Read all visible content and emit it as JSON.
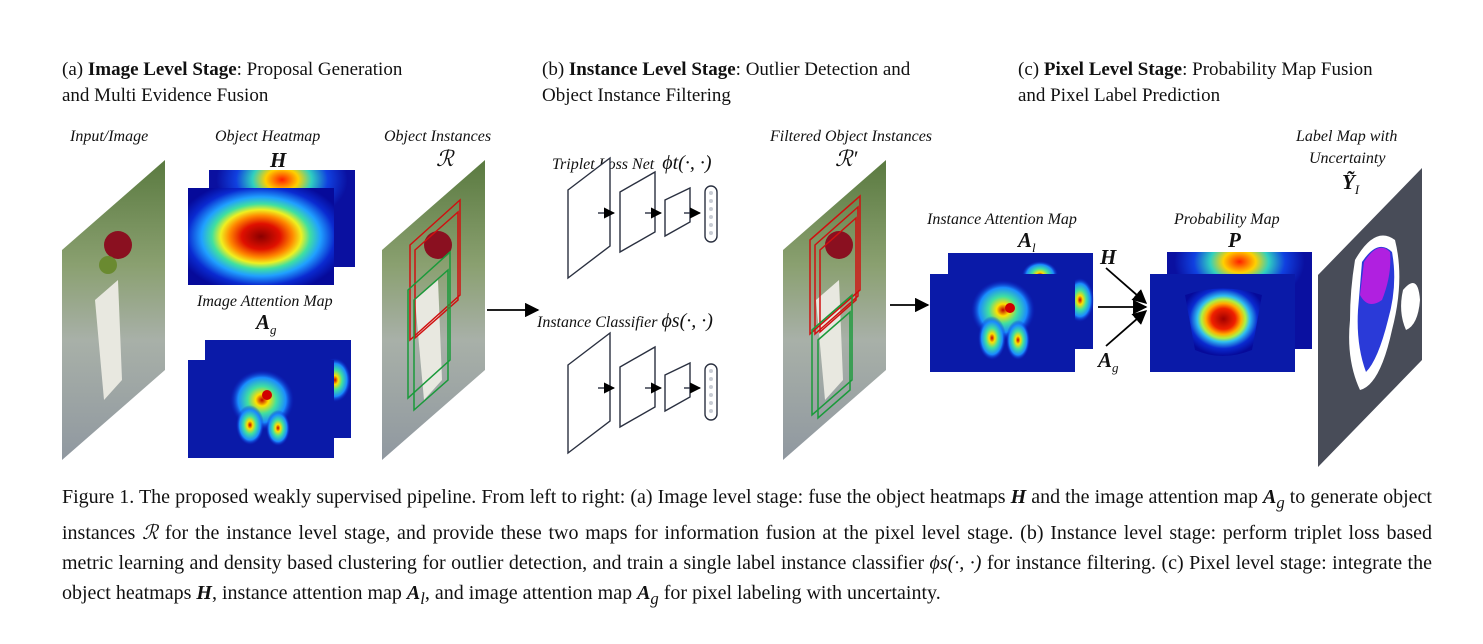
{
  "stages": {
    "a": {
      "prefix": "(a) ",
      "title": "Image Level Stage",
      "rest_line1": ": Proposal Generation",
      "line2": "and  Multi Evidence Fusion"
    },
    "b": {
      "prefix": "(b) ",
      "title": "Instance Level Stage",
      "rest_line1": ": Outlier Detection and",
      "line2": "Object Instance Filtering"
    },
    "c": {
      "prefix": "(c) ",
      "title": "Pixel Level Stage",
      "rest_line1": ": Probability Map Fusion",
      "line2": "and Pixel Label Prediction"
    }
  },
  "labels": {
    "input_image": "Input/Image",
    "object_heatmap": "Object Heatmap",
    "object_heatmap_sym": "H",
    "object_instances": "Object Instances",
    "object_instances_sym": "ℛ",
    "image_attention_map": "Image Attention Map",
    "image_attention_sym": "A",
    "image_attention_sub": "g",
    "triplet_loss_net": "Triplet Loss Net",
    "triplet_fn": "ϕt(·, ·)",
    "instance_classifier": "Instance Classifier",
    "classifier_fn": "ϕs(·, ·)",
    "filtered_instances": "Filtered Object Instances",
    "filtered_sym": "ℛ′",
    "instance_attention_map": "Instance Attention Map",
    "instance_attention_sym": "A",
    "instance_attention_sub": "l",
    "probability_map": "Probability Map",
    "probability_sym": "P",
    "label_map_line1": "Label Map with",
    "label_map_line2": "Uncertainty",
    "label_map_sym": "Ỹ",
    "label_map_sub": "I",
    "arrow_h": "H",
    "arrow_ag": "A",
    "arrow_ag_sub": "g"
  },
  "caption": {
    "p1": "Figure 1. The proposed weakly supervised pipeline. From left to right: (a) Image level stage: fuse the object heatmaps ",
    "s1": "H",
    "p2": " and the image attention map ",
    "s2": "A",
    "s2sub": "g",
    "p3": " to generate object instances ",
    "s3": "ℛ",
    "p4": " for the instance level stage, and provide these two maps for information fusion at the pixel level stage. (b) Instance level stage: perform triplet loss based metric learning and density based clustering for outlier detection, and train a single label instance classifier ",
    "s4": "ϕs(·, ·)",
    "p5": " for instance filtering. (c) Pixel level stage: integrate the object heatmaps ",
    "s5": "H",
    "p6": ", instance attention map ",
    "s6": "A",
    "s6sub": "l",
    "p7": ", and image attention map ",
    "s7": "A",
    "s7sub": "g",
    "p8": " for pixel labeling with uncertainty."
  },
  "colors": {
    "heat_blue": "#0a1aa8",
    "heat_red": "#c40000",
    "box_red": "#d01010",
    "box_green": "#1a9a3a",
    "label_purple": "#b020e0",
    "label_blue": "#2a3ad8"
  }
}
